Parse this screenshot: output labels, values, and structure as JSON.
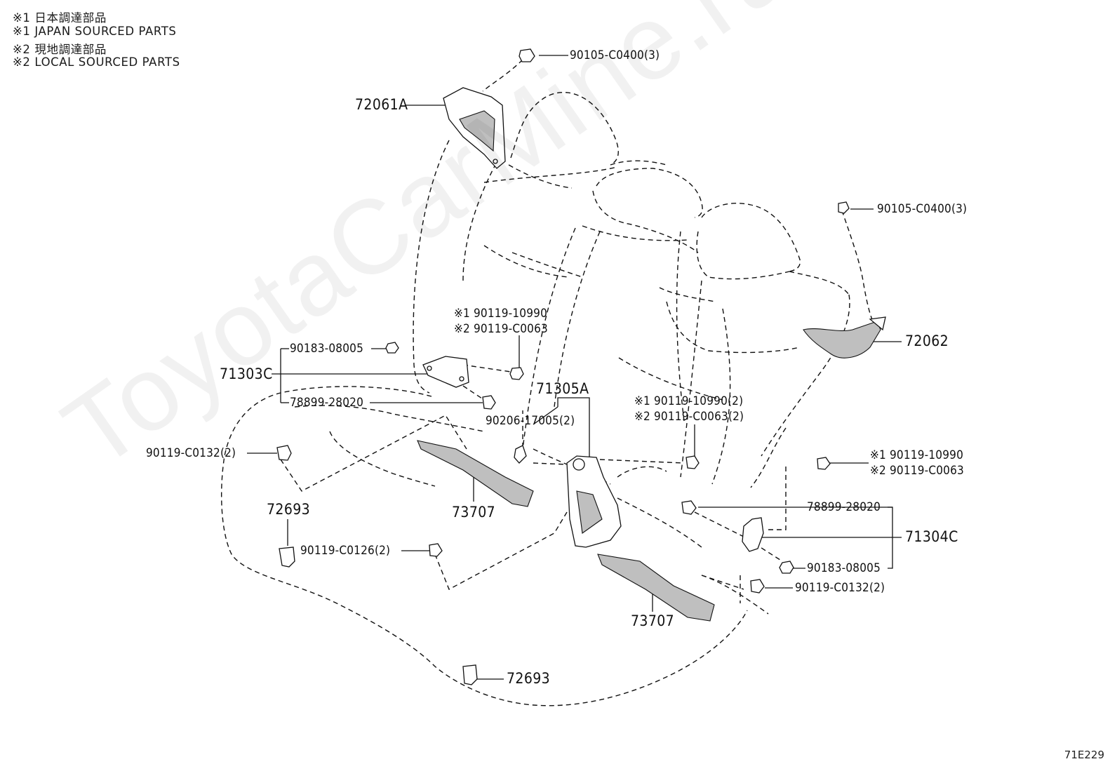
{
  "notes": [
    "※1 日本調達部品",
    "※1 JAPAN SOURCED PARTS",
    "※2 現地調達部品",
    "※2 LOCAL SOURCED PARTS"
  ],
  "labels": {
    "bolt_top": "90105-C0400(3)",
    "hinge_left": "72061A",
    "bolt_right": "90105-C0400(3)",
    "hinge_right": "72062",
    "bolt_center_1": "※1 90119-10990",
    "bolt_center_2": "※2 90119-C0063",
    "nut_left_upper": "90183-08005",
    "bracket_left": "71303C",
    "bolt_left_lower": "78899-28020",
    "bracket_center": "71305A",
    "clip_center": "90206-17005(2)",
    "bolt_mid_1": "※1 90119-10990(2)",
    "bolt_mid_2": "※2 90119-C0063(2)",
    "bolt_left_side": "90119-C0132(2)",
    "bolt_right_1": "※1 90119-10990",
    "bolt_right_2": "※2 90119-C0063",
    "bolt_right_lower": "78899-28020",
    "bracket_right": "71304C",
    "pin_left": "72693",
    "cover_left": "73707",
    "bolt_left_bottom": "90119-C0126(2)",
    "nut_right_lower": "90183-08005",
    "bolt_right_bottom": "90119-C0132(2)",
    "cover_right": "73707",
    "pin_bottom": "72693"
  },
  "diagram_code": "71E229",
  "watermark": "ToyotaCarMine.ru"
}
